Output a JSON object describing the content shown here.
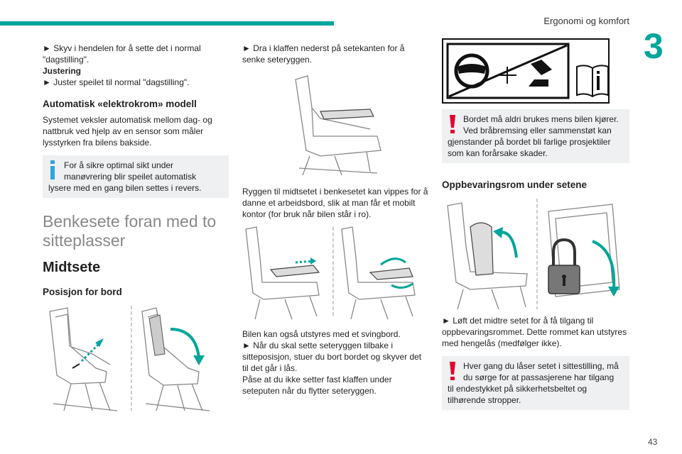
{
  "header": {
    "section_title": "Ergonomi og komfort",
    "chapter_number": "3",
    "accent_color": "#00a59b"
  },
  "col1": {
    "step1": "► Skyv i hendelen for å sette det i normal \"dagstilling\".",
    "justering_heading": "Justering",
    "step2": "► Juster speilet til normal \"dagstilling\".",
    "auto_heading": "Automatisk «elektrokrom» modell",
    "auto_body": "Systemet veksler automatisk mellom dag- og nattbruk ved hjelp av en sensor som måler lysstyrken fra bilens bakside.",
    "info_line1": "For å sikre optimal sikt under",
    "info_line2": "manøvrering blir speilet automatisk",
    "info_rest": "lysere med en gang bilen settes i revers.",
    "bench_heading": "Benkesete foran med to sitteplasser",
    "midtsete_heading": "Midtsete",
    "bord_heading": "Posisjon for bord"
  },
  "col2": {
    "step_drag": "► Dra i klaffen nederst på setekanten for å senke seteryggen.",
    "backrest_text": "Ryggen til midtsetet i benkesetet kan vippes for å danne et arbeidsbord, slik at man får et mobilt kontor (for bruk når bilen står i ro).",
    "swivel_text": "Bilen kan også utstyres med et svingbord.",
    "step_return": "► Når du skal sette seteryggen tilbake i sitteposisjon, stuer du bort bordet og skyver det til det går i lås.",
    "caution_text": "Påse at du ikke setter fast klaffen under seteputen når du flytter seteryggen."
  },
  "col3": {
    "warn1_line1": "Bordet må aldri brukes mens bilen kjører.",
    "warn1_line2": "Ved bråbremsing eller sammenstøt kan",
    "warn1_rest": "gjenstander på bordet bli farlige prosjektiler som kan forårsake skader.",
    "storage_heading": "Oppbevaringsrom under setene",
    "storage_step": "► Løft det midtre setet for å få tilgang til oppbevaringsrommet. Dette rommet kan utstyres med hengelås (medfølger ikke).",
    "warn2_line1": "Hver gang du låser setet i sittestilling, må",
    "warn2_line2": "du sørge for at passasjerene har tilgang",
    "warn2_rest": "til endestykket på sikkerhetsbeltet og tilhørende stropper."
  },
  "footer": {
    "page_number": "43"
  },
  "icons": {
    "info": "info-icon",
    "warning": "warning-icon",
    "pictogram": "no-table-while-driving-pictogram",
    "manual": "read-manual-icon"
  },
  "colors": {
    "info_icon": "#2aa7df",
    "warning_icon": "#e4002b",
    "note_bg": "#eef0f1",
    "arrow_teal": "#00a59b",
    "heading_gray": "#888888"
  }
}
